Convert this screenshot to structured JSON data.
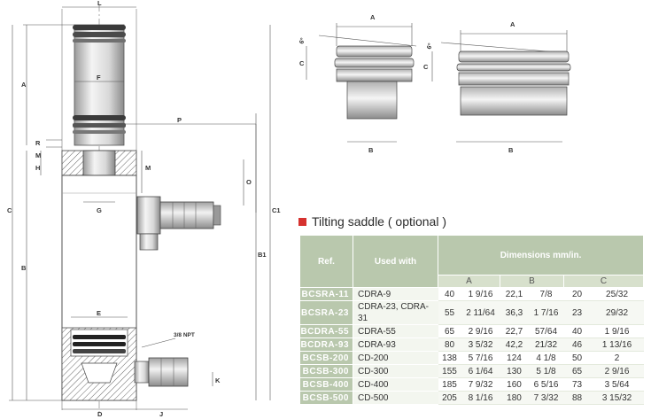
{
  "drawing": {
    "labels": {
      "L": "L",
      "A": "A",
      "F": "F",
      "P": "P",
      "R": "R",
      "M": "M",
      "H": "H",
      "G": "G",
      "O": "O",
      "C": "C",
      "B": "B",
      "C1": "C1",
      "B1": "B1",
      "E": "E",
      "D": "D",
      "J": "J",
      "K": "K",
      "npt": "3/8 NPT"
    },
    "saddle_left": {
      "A": "A",
      "angle": "6°",
      "C": "C",
      "B": "B"
    },
    "saddle_right": {
      "A": "A",
      "angle": "6°",
      "C": "C",
      "B": "B"
    }
  },
  "section": {
    "title": "Tilting saddle ( optional )",
    "bullet_color": "#d6322f"
  },
  "table": {
    "headers": {
      "ref": "Ref.",
      "used_with": "Used with",
      "dimensions": "Dimensions  mm/in."
    },
    "subheaders": [
      "A",
      "B",
      "C"
    ],
    "rows": [
      {
        "ref": "BCSRA-11",
        "used": "CDRA-9",
        "a_mm": "40",
        "a_in": "1 9/16",
        "b_mm": "22,1",
        "b_in": "7/8",
        "c_mm": "20",
        "c_in": "25/32"
      },
      {
        "ref": "BCSRA-23",
        "used": "CDRA-23, CDRA-31",
        "a_mm": "55",
        "a_in": "2 11/64",
        "b_mm": "36,3",
        "b_in": "1 7/16",
        "c_mm": "23",
        "c_in": "29/32"
      },
      {
        "ref": "BCDRA-55",
        "used": "CDRA-55",
        "a_mm": "65",
        "a_in": "2 9/16",
        "b_mm": "22,7",
        "b_in": "57/64",
        "c_mm": "40",
        "c_in": "1 9/16"
      },
      {
        "ref": "BCDRA-93",
        "used": "CDRA-93",
        "a_mm": "80",
        "a_in": "3 5/32",
        "b_mm": "42,2",
        "b_in": "21/32",
        "c_mm": "46",
        "c_in": "1 13/16"
      },
      {
        "ref": "BCSB-200",
        "used": "CD-200",
        "a_mm": "138",
        "a_in": "5 7/16",
        "b_mm": "124",
        "b_in": "4 1/8",
        "c_mm": "50",
        "c_in": "2"
      },
      {
        "ref": "BCSB-300",
        "used": "CD-300",
        "a_mm": "155",
        "a_in": "6 1/64",
        "b_mm": "130",
        "b_in": "5 1/8",
        "c_mm": "65",
        "c_in": "2 9/16"
      },
      {
        "ref": "BCSB-400",
        "used": "CD-400",
        "a_mm": "185",
        "a_in": "7 9/32",
        "b_mm": "160",
        "b_in": "6 5/16",
        "c_mm": "73",
        "c_in": "3 5/64"
      },
      {
        "ref": "BCSB-500",
        "used": "CD-500",
        "a_mm": "205",
        "a_in": "8 1/16",
        "b_mm": "180",
        "b_in": "7 3/32",
        "c_mm": "88",
        "c_in": "3 15/32"
      }
    ]
  }
}
